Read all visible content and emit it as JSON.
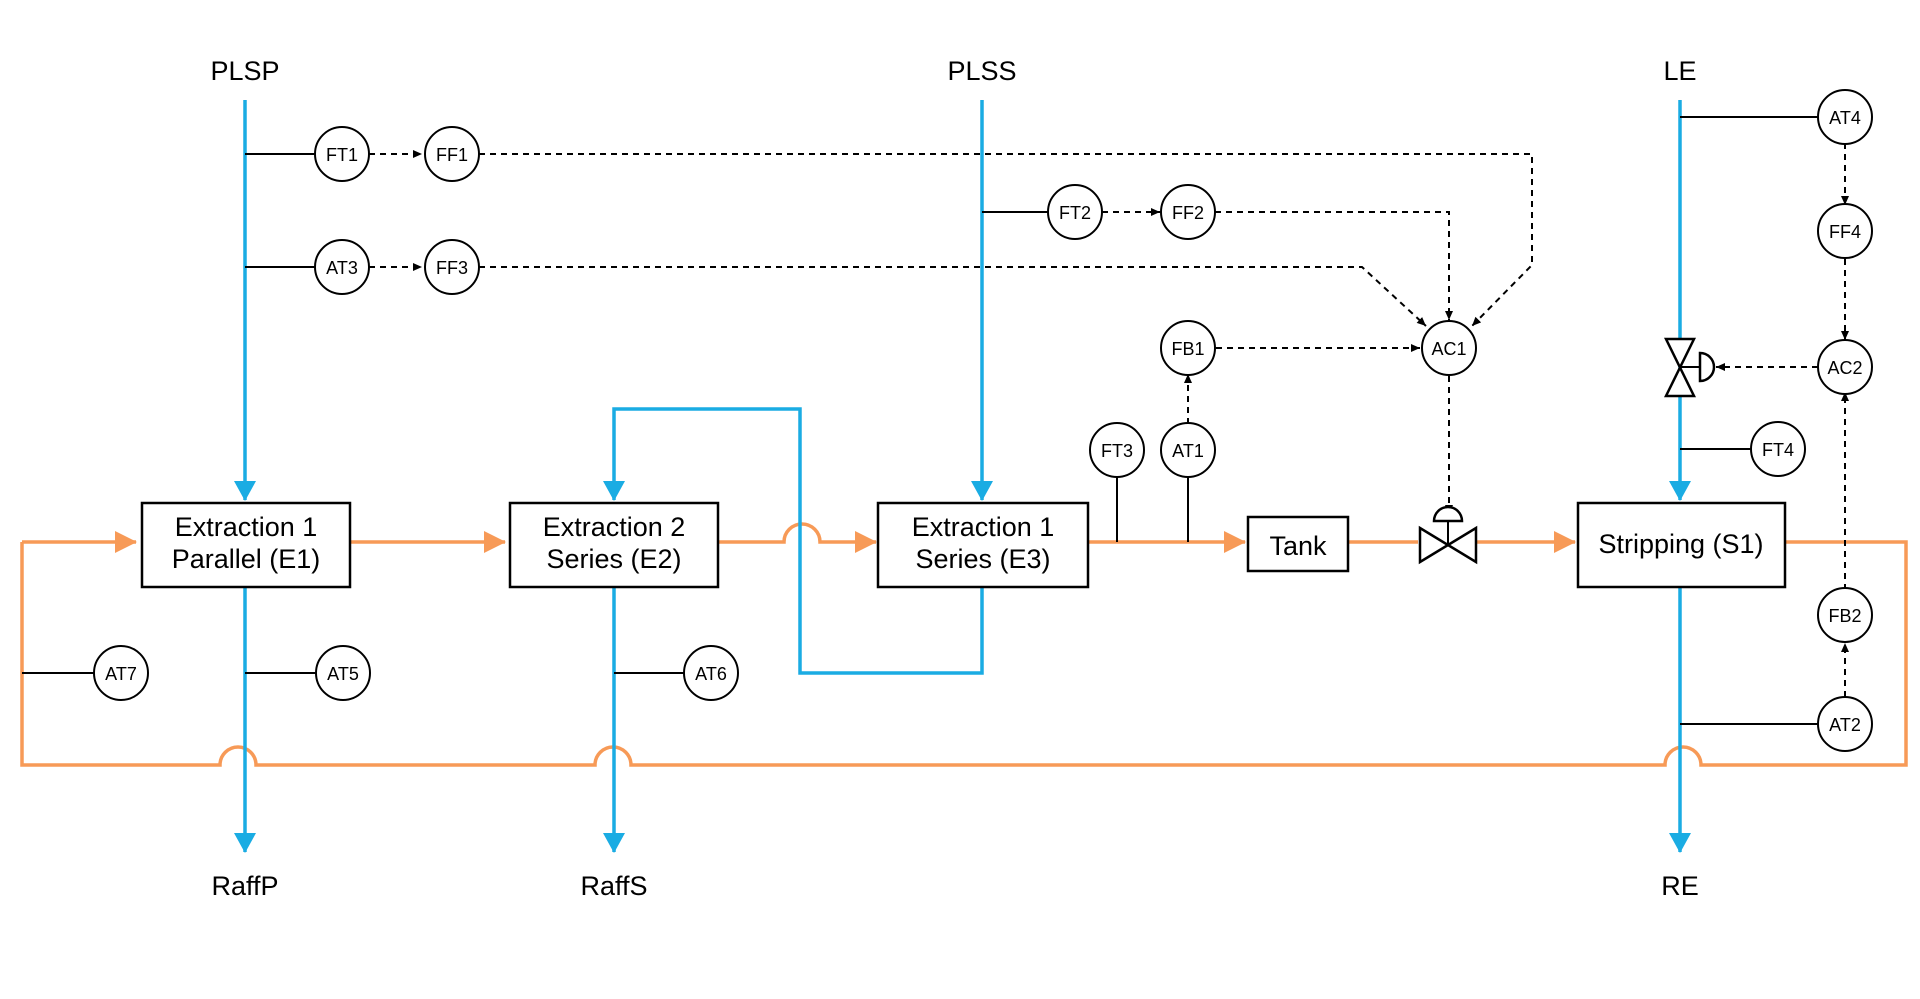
{
  "streams": {
    "plsp": "PLSP",
    "plss": "PLSS",
    "le": "LE",
    "raffp": "RaffP",
    "raffs": "RaffS",
    "re": "RE"
  },
  "units": {
    "e1": [
      "Extraction 1",
      "Parallel (E1)"
    ],
    "e2": [
      "Extraction 2",
      "Series (E2)"
    ],
    "e3": [
      "Extraction 1",
      "Series (E3)"
    ],
    "tank": "Tank",
    "s1": "Stripping (S1)"
  },
  "instruments": {
    "ft1": "FT1",
    "ff1": "FF1",
    "at3": "AT3",
    "ff3": "FF3",
    "ft2": "FT2",
    "ff2": "FF2",
    "fb1": "FB1",
    "ac1": "AC1",
    "at1": "AT1",
    "ft3": "FT3",
    "at4": "AT4",
    "ff4": "FF4",
    "ac2": "AC2",
    "ft4": "FT4",
    "fb2": "FB2",
    "at2": "AT2",
    "at7": "AT7",
    "at5": "AT5",
    "at6": "AT6"
  },
  "colors": {
    "aqueous_line": "#1aace3",
    "organic_line": "#f79a57",
    "signal_line": "#000000"
  }
}
